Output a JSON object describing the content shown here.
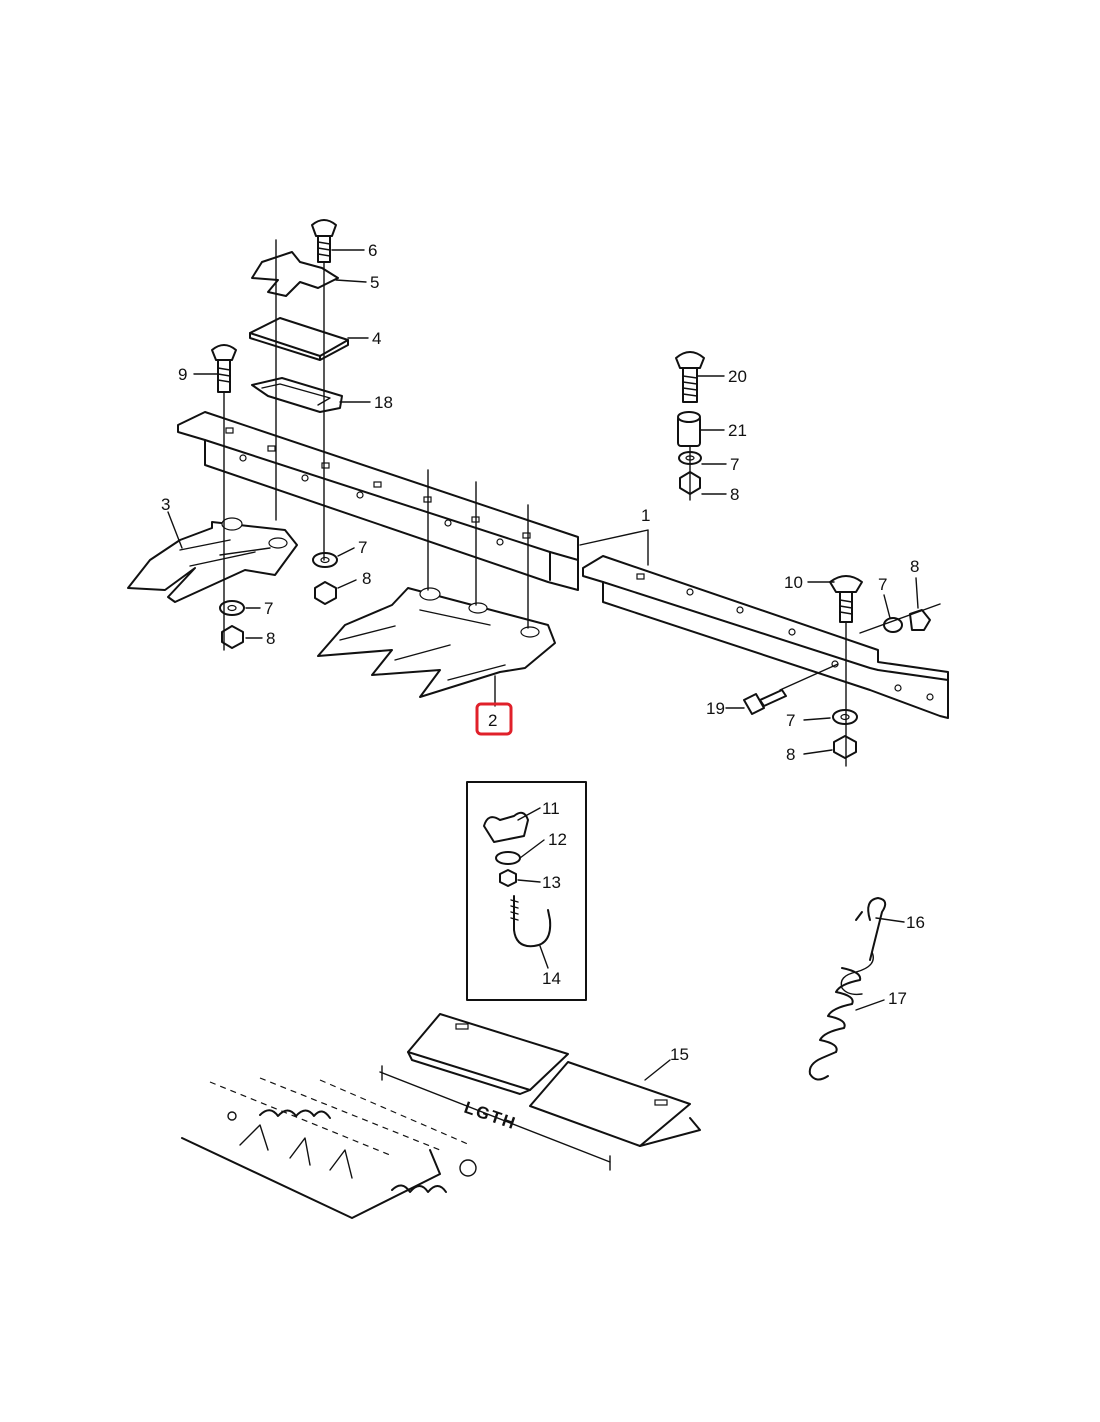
{
  "callouts": {
    "c1": "1",
    "c2": "2",
    "c3": "3",
    "c4": "4",
    "c5": "5",
    "c6": "6",
    "c7": "7",
    "c8": "8",
    "c9": "9",
    "c10": "10",
    "c11": "11",
    "c12": "12",
    "c13": "13",
    "c14": "14",
    "c15": "15",
    "c16": "16",
    "c17": "17",
    "c18": "18",
    "c19": "19",
    "c20": "20",
    "c21": "21"
  },
  "dimension_label": "LGTH",
  "highlighted_callout": "2",
  "colors": {
    "ink": "#111111",
    "highlight": "#e0202a",
    "background": "#ffffff"
  }
}
